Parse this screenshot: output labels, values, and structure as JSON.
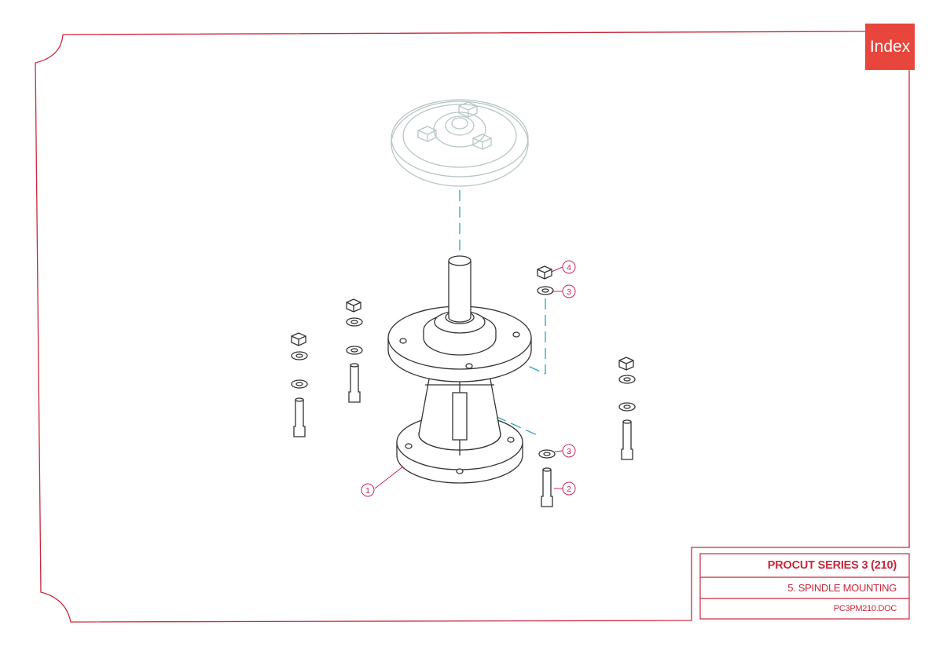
{
  "index_button": {
    "label": "Index"
  },
  "title_block": {
    "title": "PROCUT SERIES 3 (210)",
    "subtitle": "5. SPINDLE MOUNTING",
    "filename": "PC3PM210.DOC"
  },
  "callouts": {
    "c1": "1",
    "c2": "2",
    "c3a": "3",
    "c3b": "3",
    "c4": "4"
  },
  "colors": {
    "frame": "#c8283c",
    "index_bg": "#e8453c",
    "drawing": "#333333",
    "ghost": "#b7c6c6",
    "centerline": "#2ba3b8",
    "callout": "#c8285a"
  }
}
